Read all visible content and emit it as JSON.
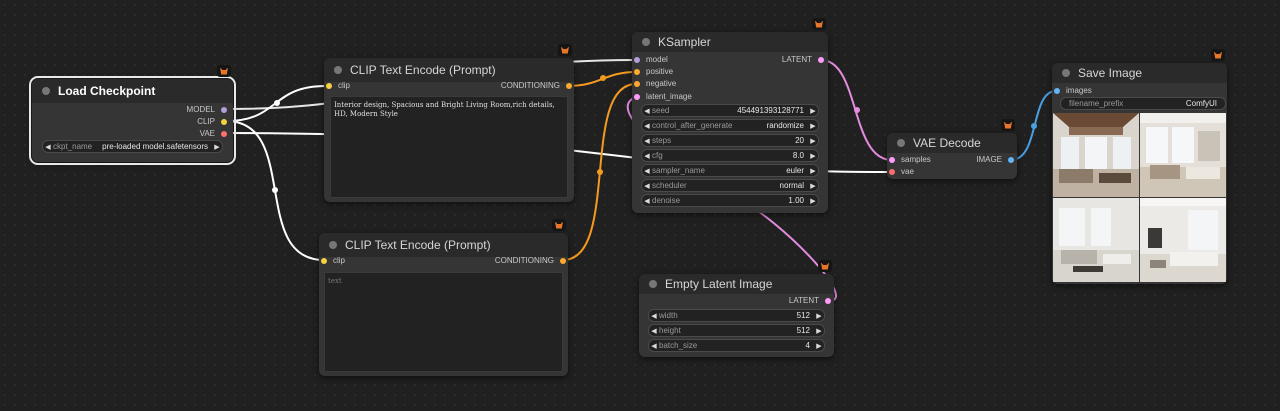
{
  "nodes": {
    "load_checkpoint": {
      "title": "Load Checkpoint",
      "outputs": [
        "MODEL",
        "CLIP",
        "VAE"
      ],
      "ckpt_label": "ckpt_name",
      "ckpt_value": "pre-loaded model.safetensors"
    },
    "clip_pos": {
      "title": "CLIP Text Encode (Prompt)",
      "input": "clip",
      "output": "CONDITIONING",
      "text": "Interior design, Spacious and Bright Living Room,rich details, HD, Modern Style"
    },
    "clip_neg": {
      "title": "CLIP Text Encode (Prompt)",
      "input": "clip",
      "output": "CONDITIONING",
      "placeholder": "text"
    },
    "ksampler": {
      "title": "KSampler",
      "inputs": [
        "model",
        "positive",
        "negative",
        "latent_image"
      ],
      "output": "LATENT",
      "widgets": [
        {
          "label": "seed",
          "value": "454491393128771"
        },
        {
          "label": "control_after_generate",
          "value": "randomize"
        },
        {
          "label": "steps",
          "value": "20"
        },
        {
          "label": "cfg",
          "value": "8.0"
        },
        {
          "label": "sampler_name",
          "value": "euler"
        },
        {
          "label": "scheduler",
          "value": "normal"
        },
        {
          "label": "denoise",
          "value": "1.00"
        }
      ]
    },
    "empty_latent": {
      "title": "Empty Latent Image",
      "output": "LATENT",
      "widgets": [
        {
          "label": "width",
          "value": "512"
        },
        {
          "label": "height",
          "value": "512"
        },
        {
          "label": "batch_size",
          "value": "4"
        }
      ]
    },
    "vae_decode": {
      "title": "VAE Decode",
      "inputs": [
        "samples",
        "vae"
      ],
      "output": "IMAGE"
    },
    "save_image": {
      "title": "Save Image",
      "input": "images",
      "prefix_label": "filename_prefix",
      "prefix_value": "ComfyUI",
      "images": [
        "living-room-1",
        "living-room-2",
        "living-room-3",
        "living-room-4"
      ]
    }
  },
  "colors": {
    "model": "#b39ddb",
    "clip": "#f5d142",
    "vae": "#ff6e6e",
    "conditioning": "#ffa931",
    "latent": "#ff9cf9",
    "image": "#64b5f6"
  },
  "icons": {
    "node_badge": "fox-badge-icon",
    "arrow_left": "arrow-left-icon",
    "arrow_right": "arrow-right-icon"
  }
}
